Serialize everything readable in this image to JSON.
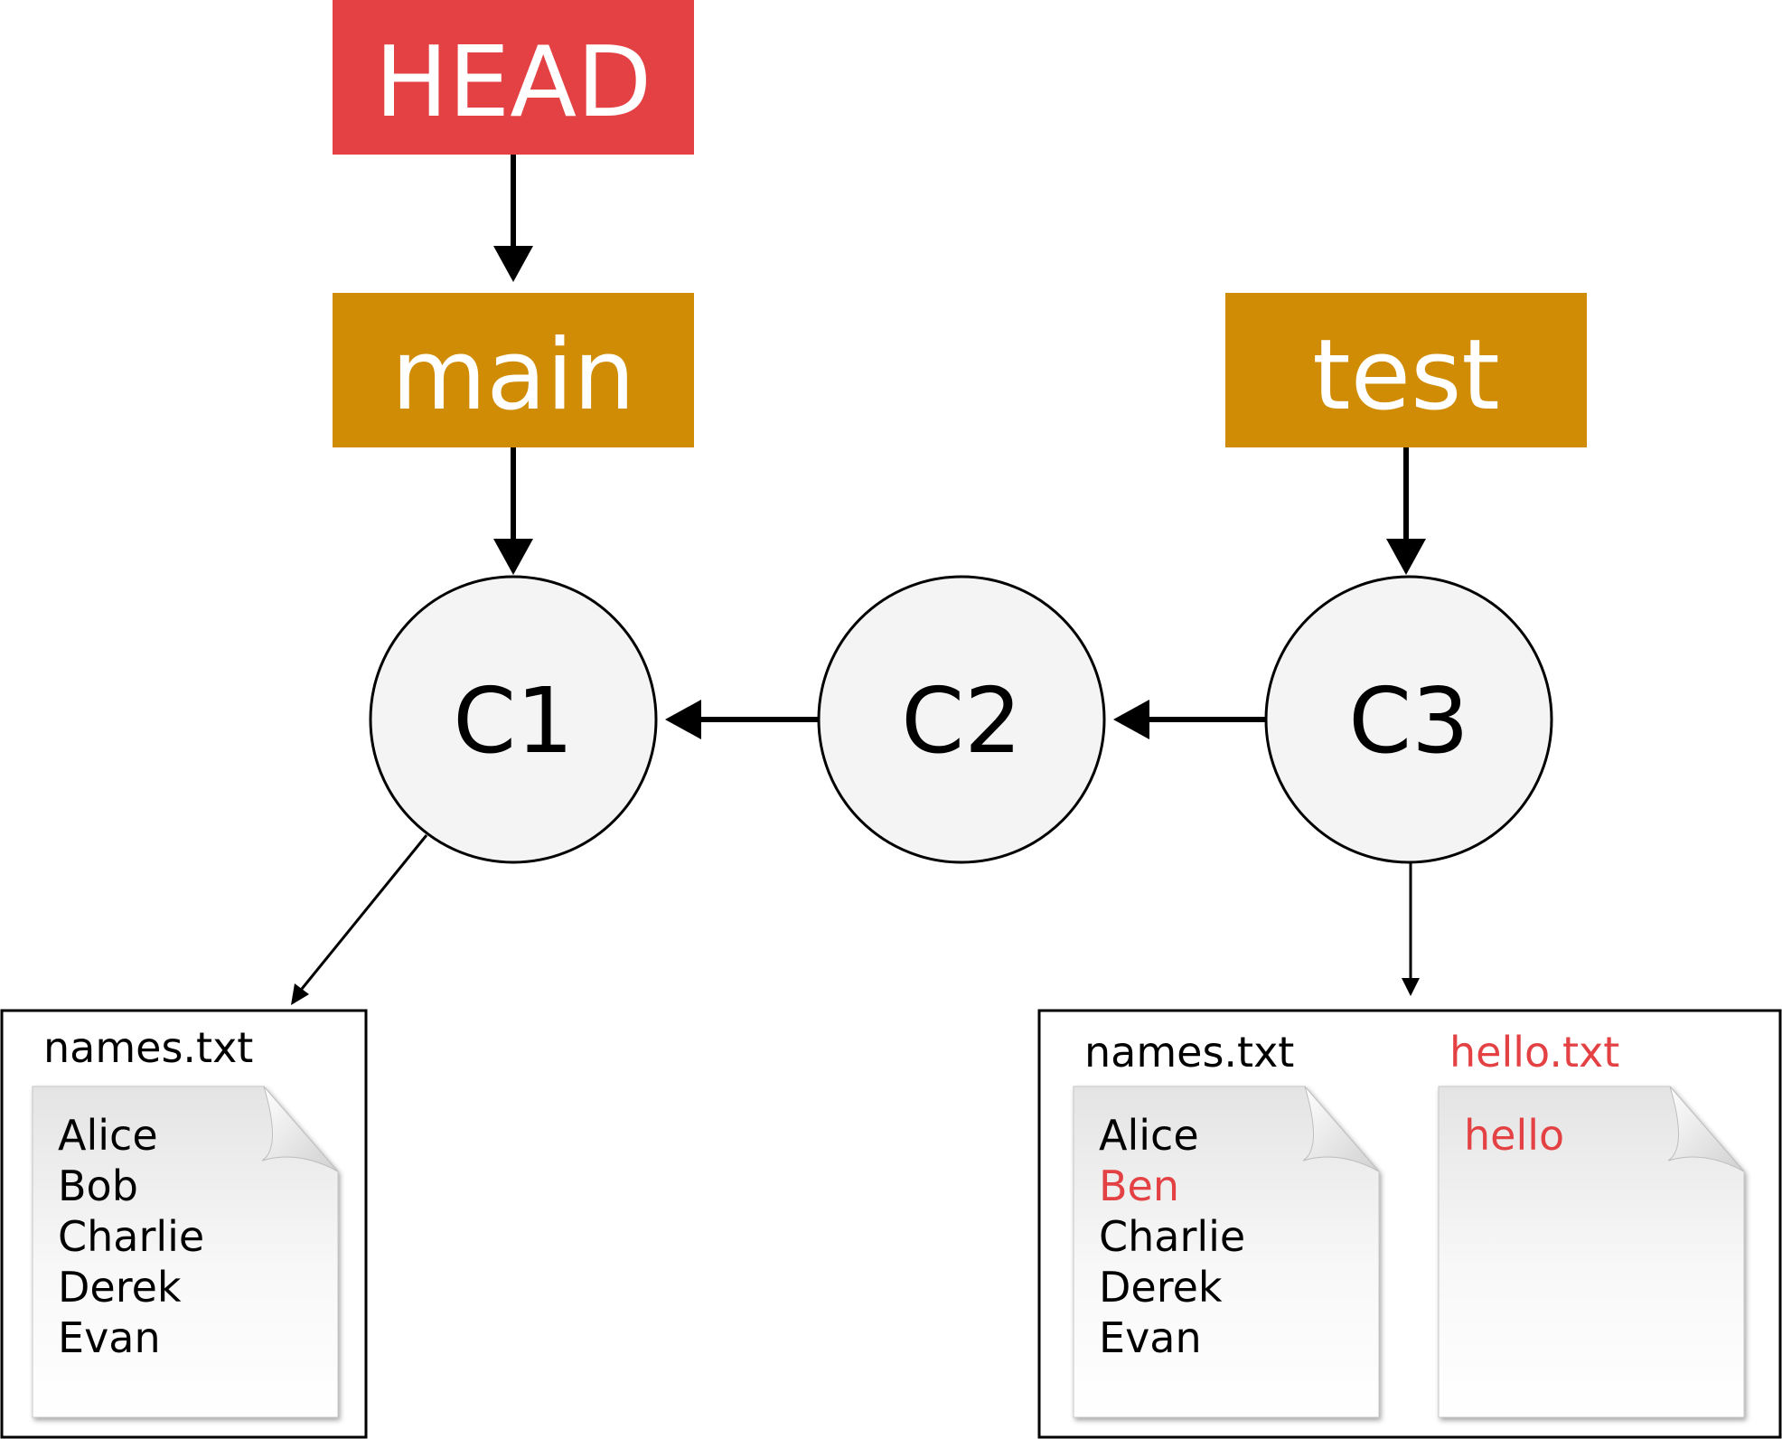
{
  "colors": {
    "head": "#e34143",
    "branch": "#d18c06",
    "commit_fill": "#f4f4f4",
    "highlight": "#e34143",
    "text": "#000000"
  },
  "refs": {
    "head": "HEAD",
    "main": "main",
    "test": "test"
  },
  "commits": {
    "c1": "C1",
    "c2": "C2",
    "c3": "C3"
  },
  "snapshot_c1": {
    "file_title": "names.txt",
    "lines": [
      "Alice",
      "Bob",
      "Charlie",
      "Derek",
      "Evan"
    ]
  },
  "snapshot_c3": {
    "names_title": "names.txt",
    "names_lines": [
      {
        "text": "Alice",
        "changed": false
      },
      {
        "text": "Ben",
        "changed": true
      },
      {
        "text": "Charlie",
        "changed": false
      },
      {
        "text": "Derek",
        "changed": false
      },
      {
        "text": "Evan",
        "changed": false
      }
    ],
    "hello_title": "hello.txt",
    "hello_title_changed": true,
    "hello_lines": [
      {
        "text": "hello",
        "changed": true
      }
    ]
  }
}
